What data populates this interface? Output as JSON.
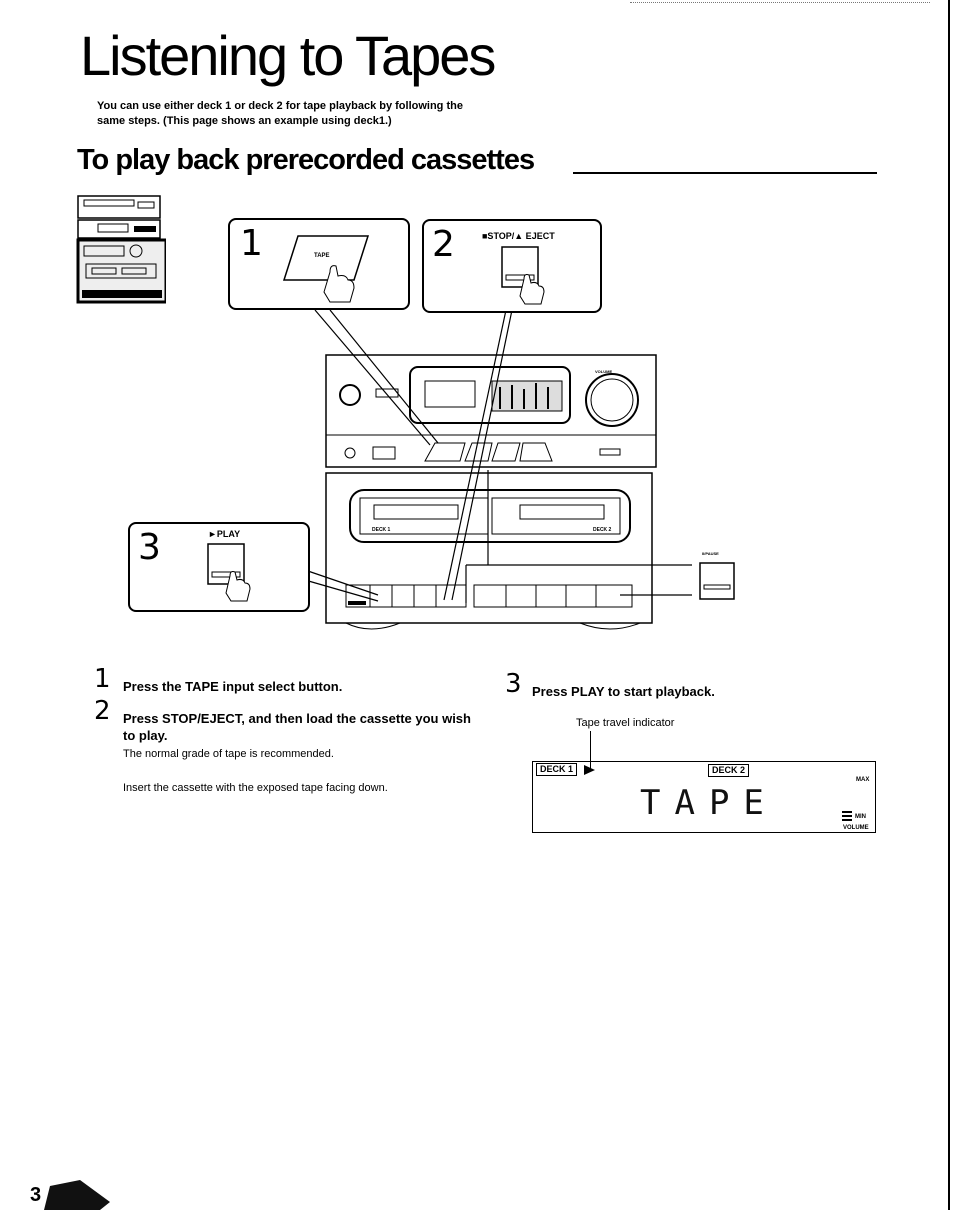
{
  "page": {
    "title": "Listening to Tapes",
    "intro": "You can use either deck 1 or deck 2 for tape playback by following the same steps. (This page shows an example using deck1.)",
    "section_title": "To play back prerecorded cassettes",
    "number": "3"
  },
  "callouts": [
    {
      "number": "1",
      "label": "TAPE"
    },
    {
      "number": "2",
      "label": "■STOP/▲ EJECT"
    },
    {
      "number": "3",
      "label": "►PLAY"
    }
  ],
  "steps": [
    {
      "number": "1",
      "text": "Press the TAPE input select button."
    },
    {
      "number": "2",
      "text": "Press STOP/EJECT, and then load the cassette you wish to play.",
      "note1": "The normal grade of tape is recommended.",
      "note2": "Insert the cassette with the exposed tape facing down."
    },
    {
      "number": "3",
      "text": "Press PLAY to start playback."
    }
  ],
  "display": {
    "indicator_label": "Tape travel indicator",
    "deck1": "DECK 1",
    "deck2": "DECK 2",
    "text": "TAPE",
    "max": "MAX",
    "min": "MIN",
    "volume": "VOLUME"
  },
  "diagram": {
    "volume_label": "VOLUME",
    "pause_label": "II/PAUSE",
    "deck1_label": "DECK 1",
    "deck2_label": "DECK 2"
  }
}
